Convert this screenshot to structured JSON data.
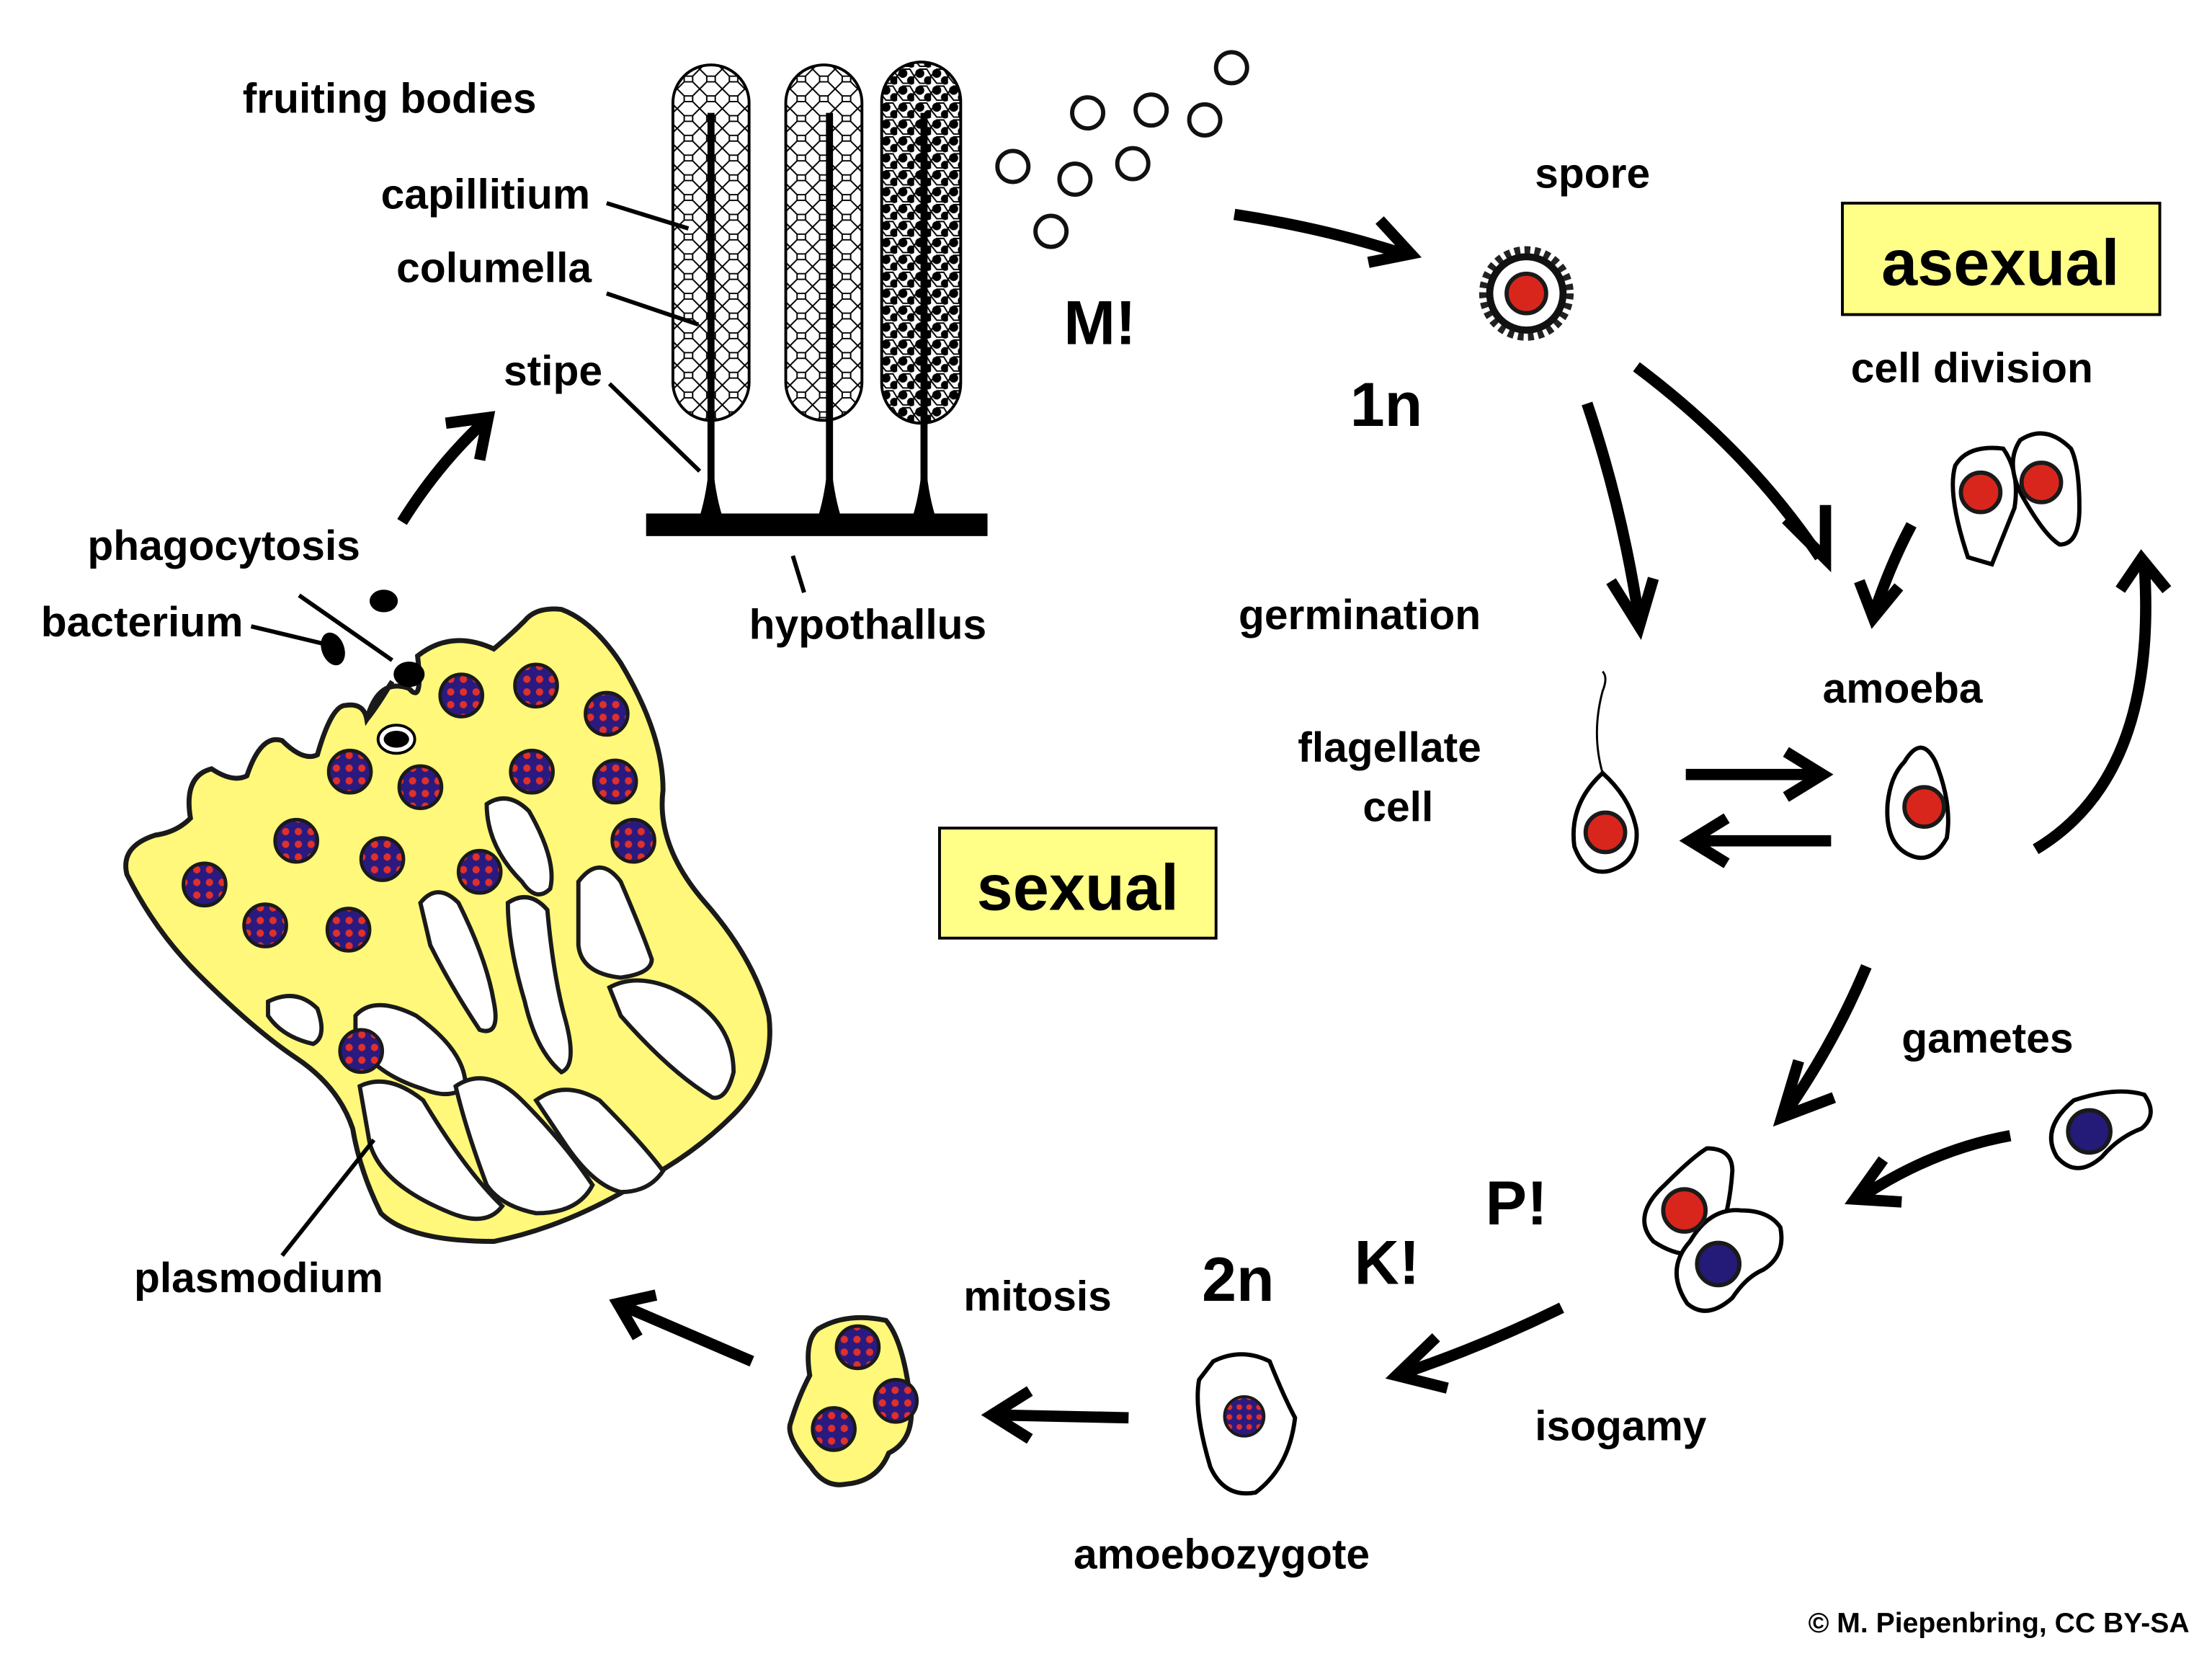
{
  "title": "Life cycle of a myxomycete (slime mold)",
  "colors": {
    "plasmodium_yellow": "#fff87a",
    "box_yellow": "#ffff88",
    "haploid_nucleus_red": "#d9261c",
    "gamete_nucleus_blue": "#241a78",
    "diploid_nucleus_spots": "#e0302a"
  },
  "labels": {
    "fruiting_bodies": "fruiting bodies",
    "capillitium": "capillitium",
    "columella": "columella",
    "stipe": "stipe",
    "hypothallus": "hypothallus",
    "phagocytosis": "phagocytosis",
    "bacterium": "bacterium",
    "plasmodium": "plasmodium",
    "spore": "spore",
    "meiosis_mark": "M!",
    "haploid": "1n",
    "germination": "germination",
    "flagellate_cell_line1": "flagellate",
    "flagellate_cell_line2": "cell",
    "amoeba": "amoeba",
    "cell_division": "cell division",
    "gametes": "gametes",
    "plasmogamy_mark": "P!",
    "karyogamy_mark": "K!",
    "diploid": "2n",
    "isogamy": "isogamy",
    "mitosis": "mitosis",
    "amoebozygote": "amoebozygote"
  },
  "boxes": {
    "asexual": "asexual",
    "sexual": "sexual"
  },
  "credit": "© M. Piepenbring, CC BY-SA"
}
